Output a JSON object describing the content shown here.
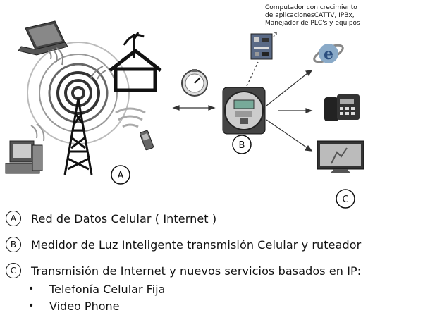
{
  "diagram": {
    "note_lines": [
      "Computador con crecimiento",
      "de aplicacionesCATTV, IPBx,",
      "Manejador de PLC's  y equipos"
    ],
    "labels": {
      "a": "A",
      "b": "B",
      "c": "C"
    }
  },
  "legend": {
    "items": [
      {
        "letter": "A",
        "text": "Red de Datos Celular ( Internet )"
      },
      {
        "letter": "B",
        "text": "Medidor de Luz Inteligente transmisión Celular y ruteador"
      },
      {
        "letter": "C",
        "text": "Transmisión de Internet y nuevos servicios basados en IP:"
      }
    ],
    "bullet_char": "•",
    "bullets": [
      "Telefonía Celular Fija",
      "Video Phone"
    ]
  }
}
